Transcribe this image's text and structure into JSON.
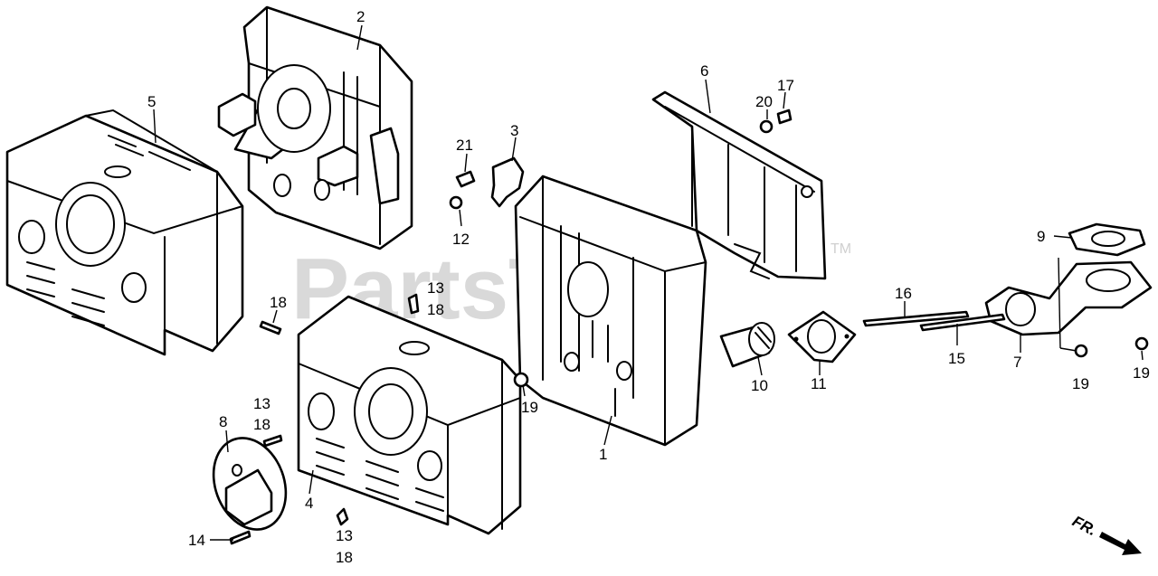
{
  "watermark": {
    "text": "PartsTree",
    "trademark": "TM"
  },
  "direction": {
    "label": "FR.",
    "icon": "forward-arrow-icon"
  },
  "callouts": [
    {
      "id": "c-2",
      "label": "2"
    },
    {
      "id": "c-5",
      "label": "5"
    },
    {
      "id": "c-6",
      "label": "6"
    },
    {
      "id": "c-20",
      "label": "20"
    },
    {
      "id": "c-17",
      "label": "17"
    },
    {
      "id": "c-21",
      "label": "21"
    },
    {
      "id": "c-3",
      "label": "3"
    },
    {
      "id": "c-12",
      "label": "12"
    },
    {
      "id": "c-9",
      "label": "9"
    },
    {
      "id": "c-18a",
      "label": "18"
    },
    {
      "id": "c-13a",
      "label": "13"
    },
    {
      "id": "c-18b",
      "label": "18"
    },
    {
      "id": "c-16",
      "label": "16"
    },
    {
      "id": "c-15",
      "label": "15"
    },
    {
      "id": "c-7",
      "label": "7"
    },
    {
      "id": "c-19a",
      "label": "19"
    },
    {
      "id": "c-19b",
      "label": "19"
    },
    {
      "id": "c-19c",
      "label": "19"
    },
    {
      "id": "c-10",
      "label": "10"
    },
    {
      "id": "c-11",
      "label": "11"
    },
    {
      "id": "c-1",
      "label": "1"
    },
    {
      "id": "c-13b",
      "label": "13"
    },
    {
      "id": "c-18c",
      "label": "18"
    },
    {
      "id": "c-8",
      "label": "8"
    },
    {
      "id": "c-4",
      "label": "4"
    },
    {
      "id": "c-14",
      "label": "14"
    },
    {
      "id": "c-13c",
      "label": "13"
    },
    {
      "id": "c-18d",
      "label": "18"
    }
  ]
}
